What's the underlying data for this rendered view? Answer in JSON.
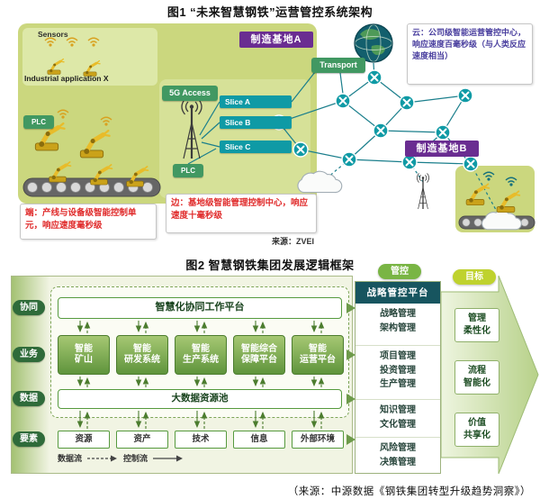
{
  "fig1": {
    "title": "图1 “未来智慧钢铁”运营管控系统架构",
    "base_a": "制造基地A",
    "base_b": "制造基地B",
    "sensors_label": "Sensors",
    "industrial_app": "Industrial application X",
    "plc": "PLC",
    "five_g": "5G Access",
    "transport": "Transport",
    "slices": [
      "Slice A",
      "Slice B",
      "Slice C"
    ],
    "cloud_note": "云：公司级智能运营管控中心，响应速度百毫秒级（与人类反应速度相当）",
    "edge_note": "端：产线与设备级智能控制单元，响应速度毫秒级",
    "mid_note": "边：基地级智能管理控制中心，响应速度十毫秒级",
    "source": "来源：ZVEI"
  },
  "fig2": {
    "title": "图2 智慧钢铁集团发展逻辑框架",
    "row_labels": [
      "协同",
      "业务",
      "数据",
      "要素"
    ],
    "platform": "智慧化协同工作平台",
    "systems": [
      "智能\n矿山",
      "智能\n研发系统",
      "智能\n生产系统",
      "智能综合\n保障平台",
      "智能\n运营平台"
    ],
    "pool": "大数据资源池",
    "elements": [
      "资源",
      "资产",
      "技术",
      "信息",
      "外部环境"
    ],
    "legend_data": "数据流",
    "legend_control": "控制流",
    "tag_control": "管控",
    "tag_goal": "目标",
    "strategic_platform": "战略管控平台",
    "mgmt_groups": [
      "战略管理\n架构管理",
      "项目管理\n投资管理\n生产管理",
      "知识管理\n文化管理",
      "风险管理\n决策管理"
    ],
    "goals": [
      "管理\n柔性化",
      "流程\n智能化",
      "价值\n共享化"
    ]
  },
  "caption": "（来源：中源数据《钢铁集团转型升级趋势洞察》）",
  "colors": {
    "panel_green": "#cbd77e",
    "teal": "#0f9aa5",
    "purple": "#6a2d91",
    "box_green": "#419862",
    "note_red": "#e02b2b",
    "note_blue": "#4a3f9f",
    "pill_green": "#2f6b3a",
    "header_teal": "#17555f",
    "tag_green": "#79b544",
    "tag_yellow": "#bfd22e"
  }
}
